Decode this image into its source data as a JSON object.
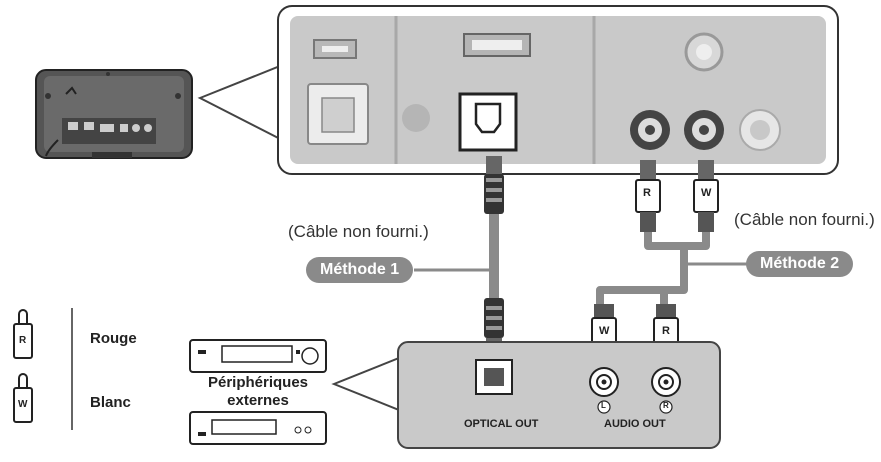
{
  "cable_note_left": "(Câble non fourni.)",
  "cable_note_right": "(Câble non fourni.)",
  "method_1": "Méthode 1",
  "method_2": "Méthode 2",
  "legend": {
    "red": "Rouge",
    "white": "Blanc",
    "red_plug_letter": "R",
    "white_plug_letter": "W"
  },
  "external_devices": {
    "line1": "Périphériques",
    "line2": "externes"
  },
  "ports": {
    "optical_out": "OPTICAL OUT",
    "audio_out": "AUDIO OUT",
    "left_mark": "L",
    "right_mark": "R"
  },
  "plug_letters": {
    "top_r": "R",
    "top_w": "W",
    "bottom_w": "W",
    "bottom_r": "R"
  },
  "colors": {
    "panel": "#c9c9c9",
    "pill": "#8a8a8a",
    "cable": "#8a8a8a"
  }
}
